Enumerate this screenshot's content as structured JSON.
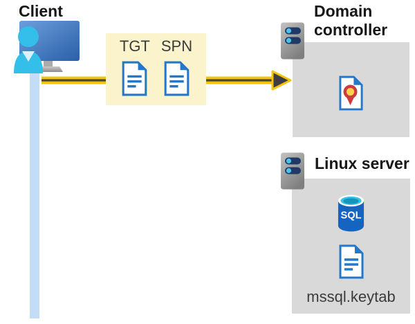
{
  "client": {
    "label": "Client"
  },
  "tickets": [
    {
      "label": "TGT"
    },
    {
      "label": "SPN"
    }
  ],
  "domain_controller": {
    "title": "Domain controller"
  },
  "linux_server": {
    "title": "Linux server",
    "database_label": "SQL",
    "keytab_filename": "mssql.keytab"
  },
  "colors": {
    "title_text": "#171717",
    "label_text": "#3b3b3b",
    "arrow_yellow": "#f2c40e",
    "arrow_core": "#4c4833",
    "arrow_head": "#3e3d45",
    "ticket_panel_bg": "#faf3cc",
    "server_box_bg": "#d9d9d9",
    "connection_line": "#c4ddf6",
    "icon_blue": "#2577c8",
    "person_cyan": "#33bfe9",
    "sql_body": "#1565c0",
    "sql_top": "#35c4e8",
    "cert_red": "#ce3b3e",
    "cert_gold": "#ffd24a",
    "server_slot": "#1f3a66",
    "server_dot": "#49c3ea"
  }
}
